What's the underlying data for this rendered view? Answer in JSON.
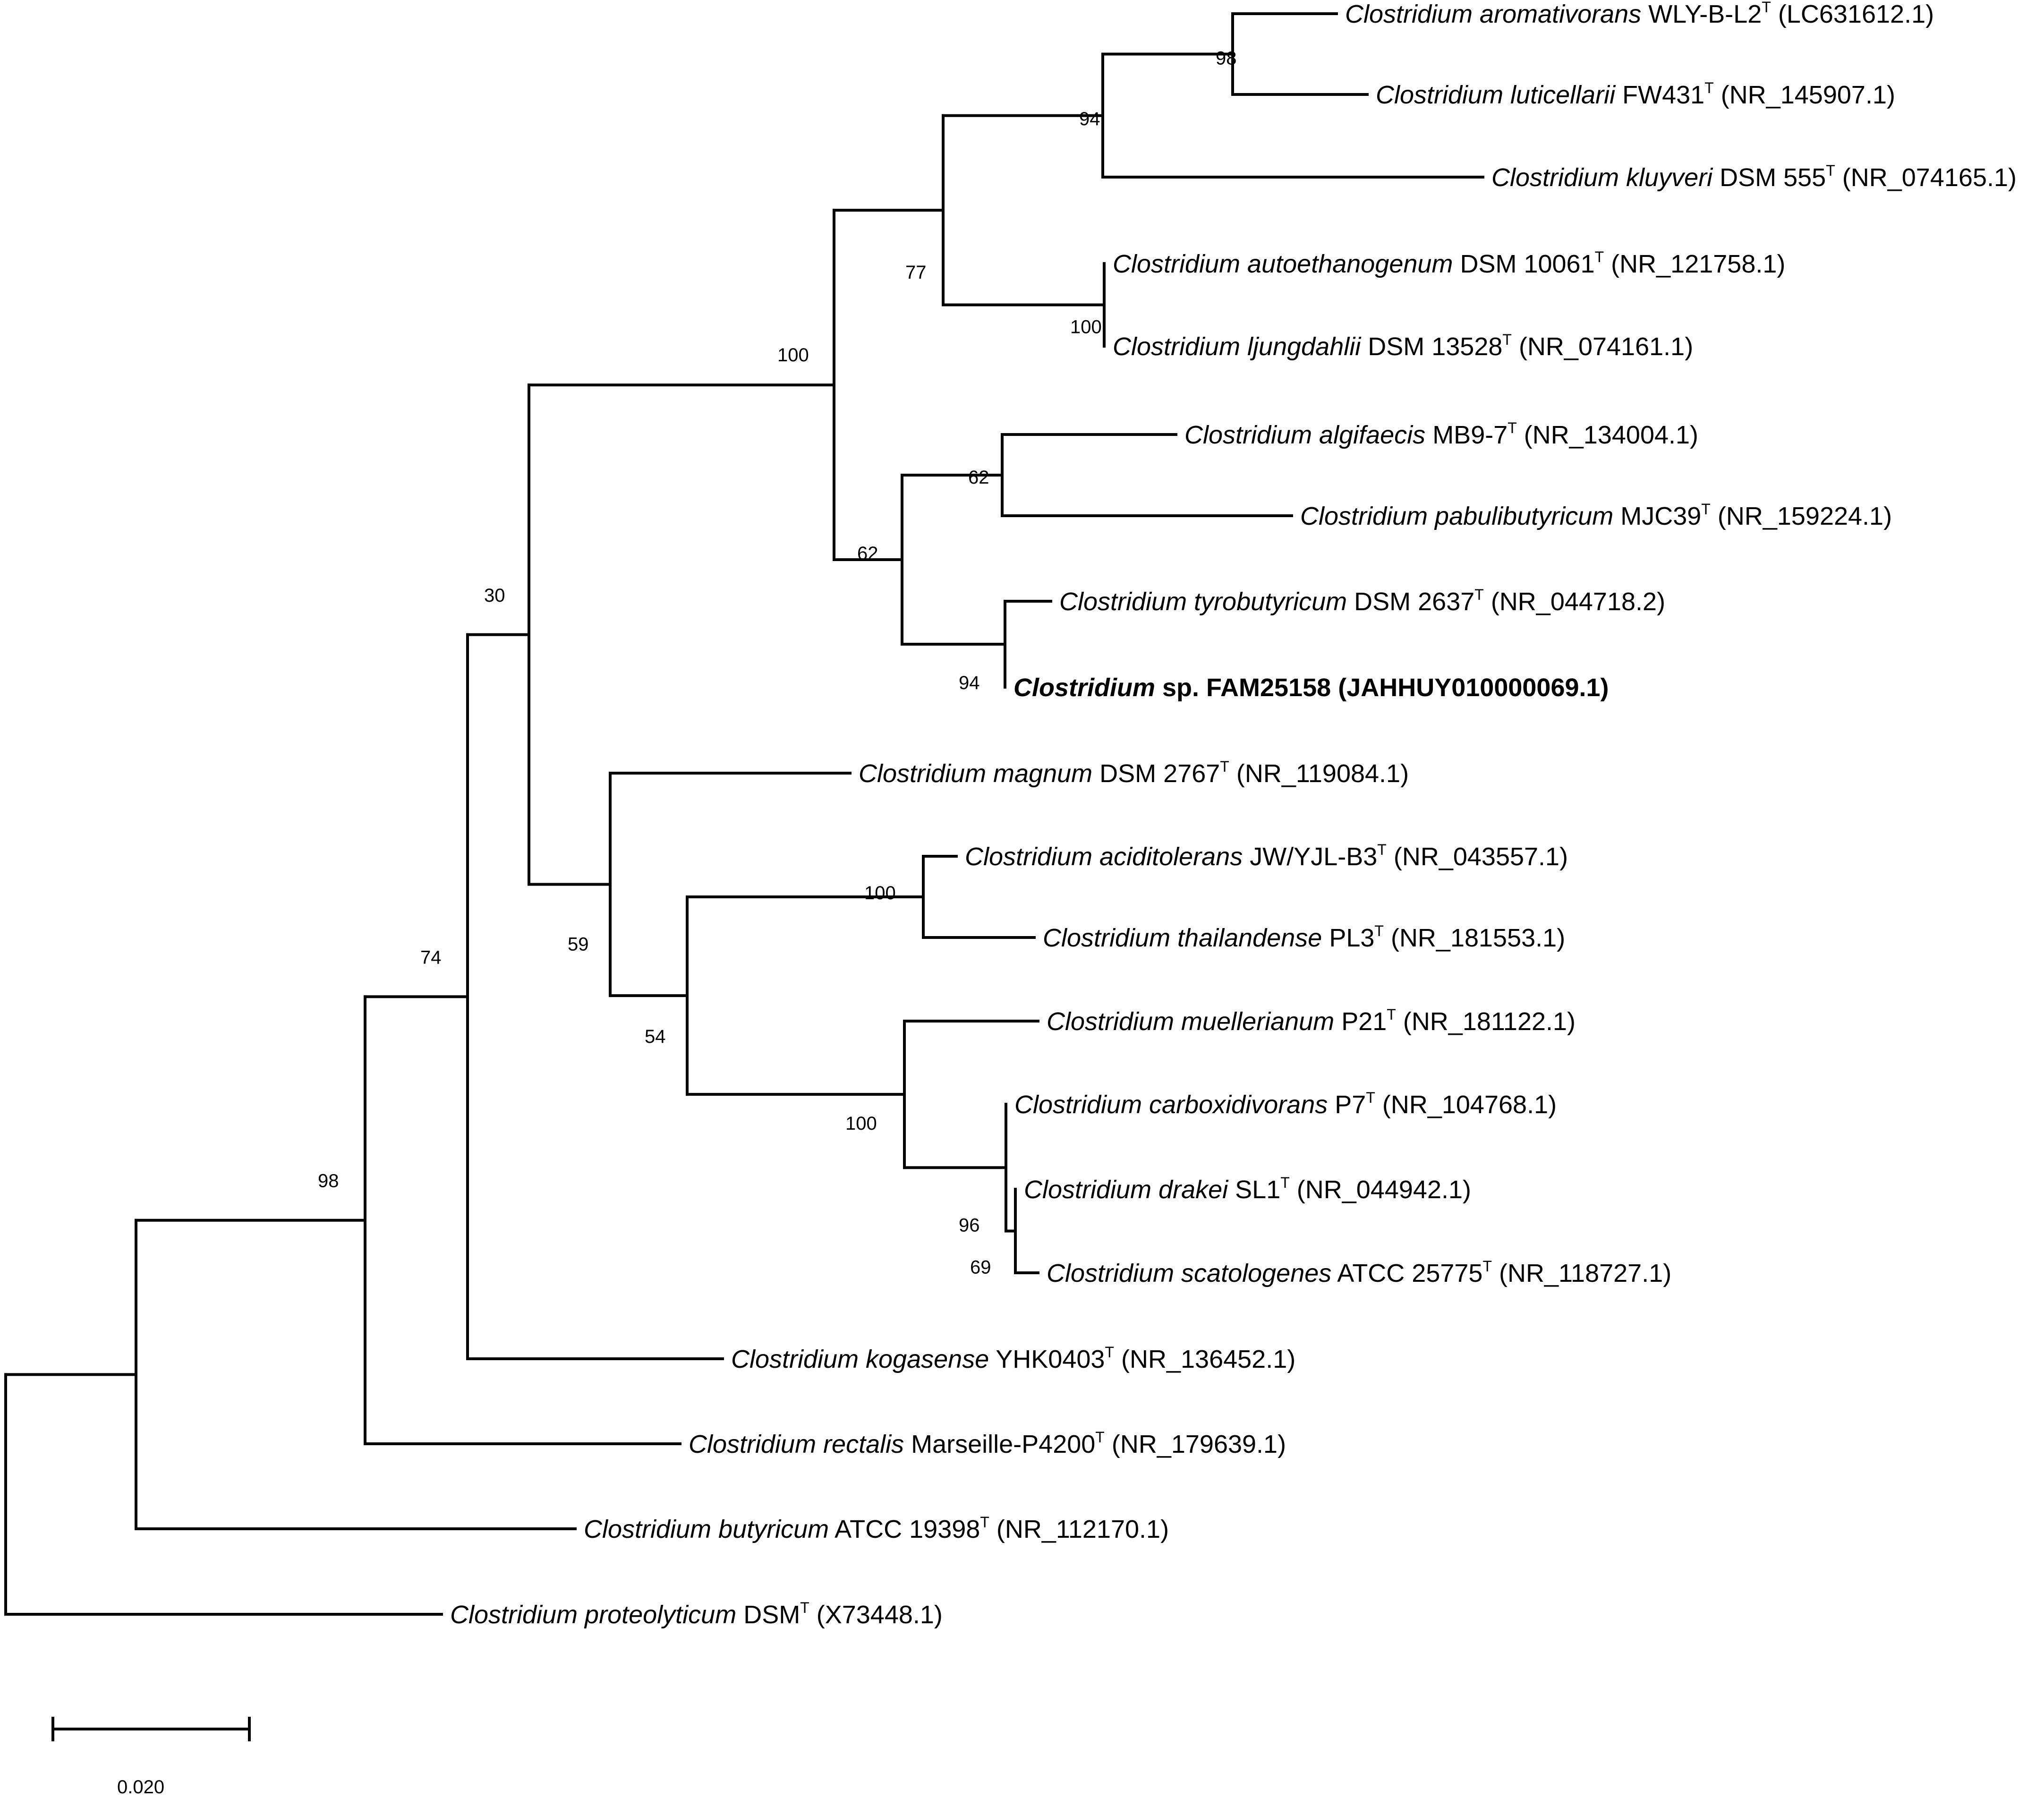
{
  "tree": {
    "leaves": [
      {
        "id": "aromativorans",
        "genus": "Clostridium",
        "species": "aromativorans",
        "strain": "WLY-B-L2",
        "type_strain": true,
        "accession": "(LC631612.1)"
      },
      {
        "id": "luticellarii",
        "genus": "Clostridium",
        "species": "luticellarii",
        "strain": "FW431",
        "type_strain": true,
        "accession": "(NR_145907.1)"
      },
      {
        "id": "kluyveri",
        "genus": "Clostridium",
        "species": "kluyveri",
        "strain": "DSM 555",
        "type_strain": true,
        "accession": "(NR_074165.1)"
      },
      {
        "id": "autoethanogenum",
        "genus": "Clostridium",
        "species": "autoethanogenum",
        "strain": "DSM 10061",
        "type_strain": true,
        "accession": "(NR_121758.1)"
      },
      {
        "id": "ljungdahlii",
        "genus": "Clostridium",
        "species": "ljungdahlii",
        "strain": "DSM 13528",
        "type_strain": true,
        "accession": "(NR_074161.1)"
      },
      {
        "id": "algifaecis",
        "genus": "Clostridium",
        "species": "algifaecis",
        "strain": "MB9-7",
        "type_strain": true,
        "accession": "(NR_134004.1)"
      },
      {
        "id": "pabulibutyricum",
        "genus": "Clostridium",
        "species": "pabulibutyricum",
        "strain": "MJC39",
        "type_strain": true,
        "accession": "(NR_159224.1)"
      },
      {
        "id": "tyrobutyricum",
        "genus": "Clostridium",
        "species": "tyrobutyricum",
        "strain": "DSM 2637",
        "type_strain": true,
        "accession": "(NR_044718.2)"
      },
      {
        "id": "fam25158",
        "genus": "Clostridium",
        "species": "",
        "strain": "sp. FAM25158",
        "type_strain": false,
        "accession": "(JAHHUY010000069.1)",
        "highlight": true
      },
      {
        "id": "magnum",
        "genus": "Clostridium",
        "species": "magnum",
        "strain": "DSM 2767",
        "type_strain": true,
        "accession": "(NR_119084.1)"
      },
      {
        "id": "aciditolerans",
        "genus": "Clostridium",
        "species": "aciditolerans",
        "strain": "JW/YJL-B3",
        "type_strain": true,
        "accession": "(NR_043557.1)"
      },
      {
        "id": "thailandense",
        "genus": "Clostridium",
        "species": "thailandense",
        "strain": "PL3",
        "type_strain": true,
        "accession": "(NR_181553.1)"
      },
      {
        "id": "muellerianum",
        "genus": "Clostridium",
        "species": "muellerianum",
        "strain": "P21",
        "type_strain": true,
        "accession": "(NR_181122.1)"
      },
      {
        "id": "carboxidivorans",
        "genus": "Clostridium",
        "species": "carboxidivorans",
        "strain": "P7",
        "type_strain": true,
        "accession": "(NR_104768.1)"
      },
      {
        "id": "drakei",
        "genus": "Clostridium",
        "species": "drakei",
        "strain": "SL1",
        "type_strain": true,
        "accession": "(NR_044942.1)"
      },
      {
        "id": "scatologenes",
        "genus": "Clostridium",
        "species": "scatologenes",
        "strain": "ATCC 25775",
        "type_strain": true,
        "accession": "(NR_118727.1)"
      },
      {
        "id": "kogasense",
        "genus": "Clostridium",
        "species": "kogasense",
        "strain": "YHK0403",
        "type_strain": true,
        "accession": "(NR_136452.1)"
      },
      {
        "id": "rectalis",
        "genus": "Clostridium",
        "species": "rectalis",
        "strain": "Marseille-P4200",
        "type_strain": true,
        "accession": "(NR_179639.1)"
      },
      {
        "id": "butyricum",
        "genus": "Clostridium",
        "species": "butyricum",
        "strain": "ATCC 19398",
        "type_strain": true,
        "accession": "(NR_112170.1)"
      },
      {
        "id": "proteolyticum",
        "genus": "Clostridium",
        "species": "proteolyticum",
        "strain": "DSM",
        "type_strain": true,
        "accession": "(X73448.1)"
      }
    ],
    "type_strain_superscript": "T",
    "bootstrap_values": {
      "aromativorans_luticellarii": "98",
      "kluyveri_group": "94",
      "autoethanogenum_ljungdahlii": "100",
      "kluyveri_ljungdahlii_group": "77",
      "upper_clade": "100",
      "algifaecis_pabulibutyricum": "62",
      "tyrobutyricum_fam25158": "94",
      "algifaecis_fam25158_group": "62",
      "aciditolerans_thailandense": "100",
      "drakei_scatologenes": "69",
      "carboxidivorans_scatologenes": "96",
      "muellerianum_group": "100",
      "aciditolerans_muellerianum_group": "54",
      "lower_clade": "59",
      "core_clade": "30",
      "kogasense_group": "74",
      "rectalis_group": "98"
    },
    "scale_bar": {
      "value": 0.02,
      "label": "0.020"
    }
  }
}
